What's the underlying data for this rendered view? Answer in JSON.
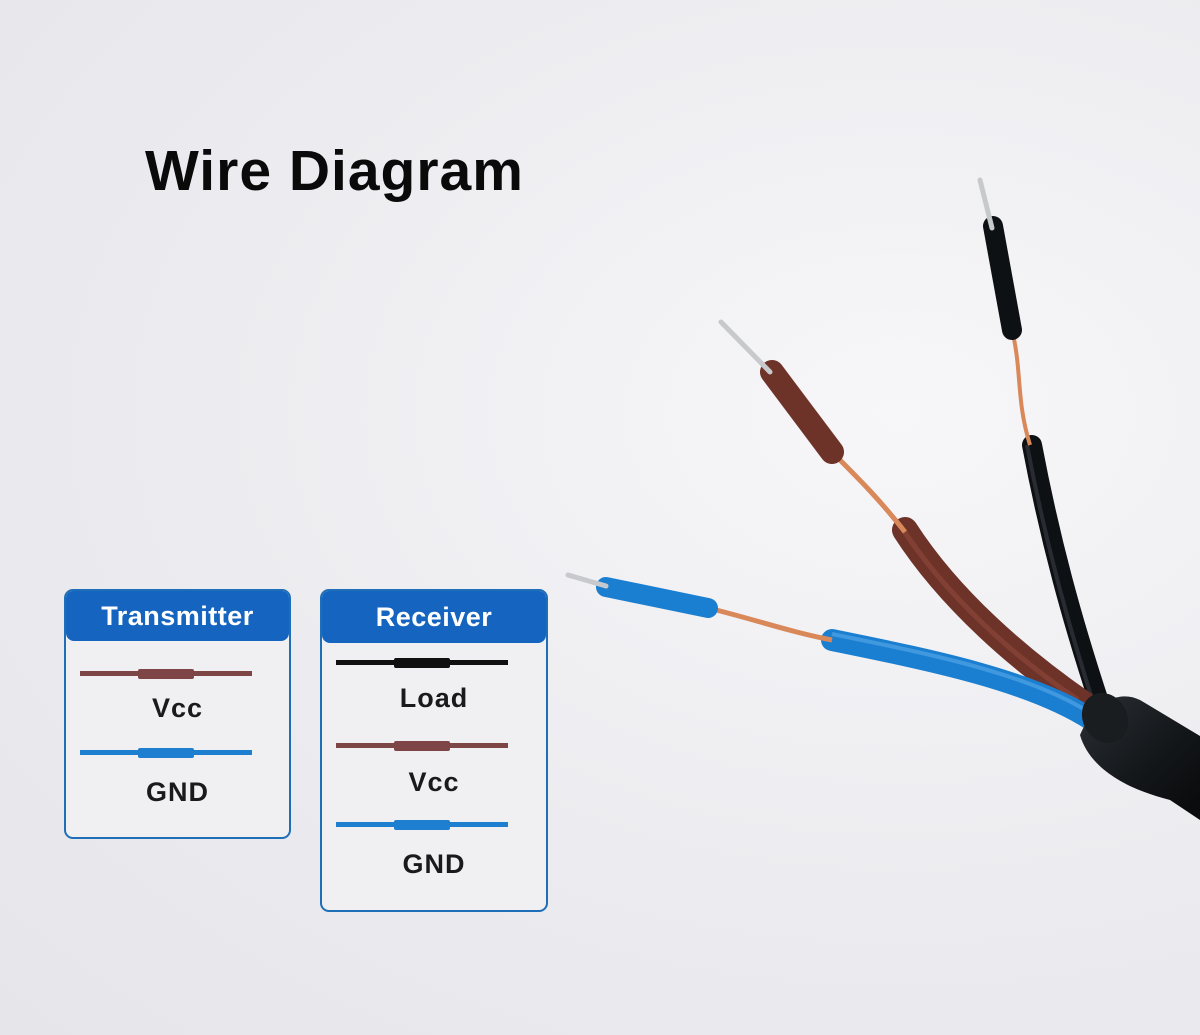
{
  "title": "Wire Diagram",
  "transmitter": {
    "heading": "Transmitter",
    "wires": [
      {
        "label": "Vcc",
        "color": "#7d4545"
      },
      {
        "label": "GND",
        "color": "#1e7fd0"
      }
    ]
  },
  "receiver": {
    "heading": "Receiver",
    "wires": [
      {
        "label": "Load",
        "color": "#101010"
      },
      {
        "label": "Vcc",
        "color": "#7d4545"
      },
      {
        "label": "GND",
        "color": "#1e7fd0"
      }
    ]
  },
  "colors": {
    "panel_border": "#1f6fb8",
    "panel_header": "#1565c0",
    "brown": "#7d4545",
    "blue": "#1e7fd0",
    "black": "#101010",
    "copper": "#d9885a"
  }
}
